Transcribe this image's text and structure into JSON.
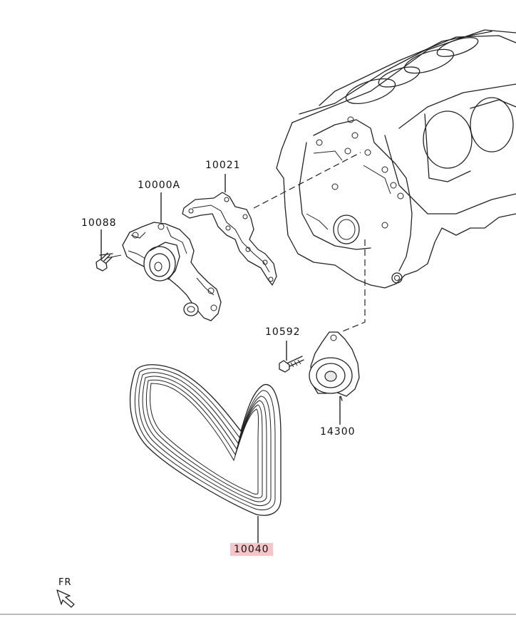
{
  "parts": [
    {
      "id": "10021",
      "label": "10021"
    },
    {
      "id": "10000A",
      "label": "10000A"
    },
    {
      "id": "10088",
      "label": "10088"
    },
    {
      "id": "10592",
      "label": "10592"
    },
    {
      "id": "14300",
      "label": "14300"
    },
    {
      "id": "10040",
      "label": "10040"
    }
  ],
  "orientation_label": "FR",
  "colors": {
    "highlight": "#f7c5c8",
    "line": "#222222"
  }
}
